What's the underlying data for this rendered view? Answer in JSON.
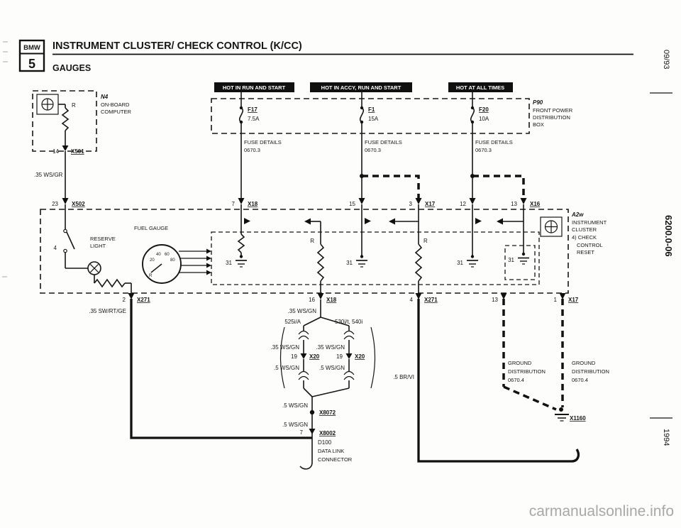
{
  "header": {
    "logo_brand": "BMW",
    "logo_series": "5",
    "title": "INSTRUMENT CLUSTER/ CHECK CONTROL (K/CC)",
    "subtitle": "GAUGES"
  },
  "margin": {
    "date": "09/93",
    "doc_number": "6200.0-06",
    "year": "1994"
  },
  "watermark": "carmanualsonline.info",
  "buses": {
    "b1": "HOT IN RUN AND START",
    "b2": "HOT IN ACCY, RUN AND START",
    "b3": "HOT AT ALL TIMES"
  },
  "power_box": {
    "id": "P90",
    "l1": "FRONT POWER",
    "l2": "DISTRIBUTION",
    "l3": "BOX"
  },
  "fuses": [
    {
      "name": "F17",
      "rating": "7.5A"
    },
    {
      "name": "F1",
      "rating": "15A"
    },
    {
      "name": "F20",
      "rating": "10A"
    }
  ],
  "fuse_details": {
    "label": "FUSE DETAILS",
    "ref": "0670.3"
  },
  "n4": {
    "id": "N4",
    "l1": "ON-BOARD",
    "l2": "COMPUTER"
  },
  "cluster": {
    "id": "A2w",
    "l1": "INSTRUMENT",
    "l2": "CLUSTER",
    "l3": "4) CHECK",
    "l4": "CONTROL",
    "l5": "RESET"
  },
  "reserve_light": {
    "l1": "RESERVE",
    "l2": "LIGHT"
  },
  "fuel_gauge": {
    "label": "FUEL GAUGE",
    "t1": "20",
    "t2": "40",
    "t3": "60",
    "t4": "80",
    "r": "R"
  },
  "d100": {
    "id": "D100",
    "l1": "DATA LINK",
    "l2": "CONNECTOR"
  },
  "ground_dist": {
    "l1": "GROUND",
    "l2": "DISTRIBUTION",
    "ref": "0670.4"
  },
  "connectors": {
    "x501": {
      "pin": "14",
      "name": "X501"
    },
    "x502": {
      "pin": "23",
      "name": "X502"
    },
    "x18_top": {
      "pin": "7",
      "name": "X18"
    },
    "p15": "15",
    "x17_top": {
      "pin": "3",
      "name": "X17"
    },
    "p12": "12",
    "x16_top": {
      "pin": "13",
      "name": "X16"
    },
    "x271_l": {
      "pin": "2",
      "name": "X271"
    },
    "x18_bot": {
      "pin": "16",
      "name": "X18"
    },
    "x271_r": {
      "pin": "4",
      "name": "X271"
    },
    "p13": "13",
    "x17_bot": {
      "pin": "1",
      "name": "X17"
    },
    "x20": {
      "pin": "19",
      "name": "X20"
    },
    "x8072": "X8072",
    "x8002": {
      "pin": "7",
      "name": "X8002"
    },
    "x1160": "X1160"
  },
  "wires": {
    "ws_gr": ".35 WS/GR",
    "sw_rt_ge": ".35 SW/RT/GE",
    "ws_gn_35": ".35 WS/GN",
    "ws_gn_5": ".5 WS/GN",
    "br_vi": ".5 BR/VI"
  },
  "variants": {
    "a": "525i/A",
    "b": "530i/t, 540i"
  },
  "ground_terminal": "31",
  "resistor": "R",
  "switch_pin": "4"
}
